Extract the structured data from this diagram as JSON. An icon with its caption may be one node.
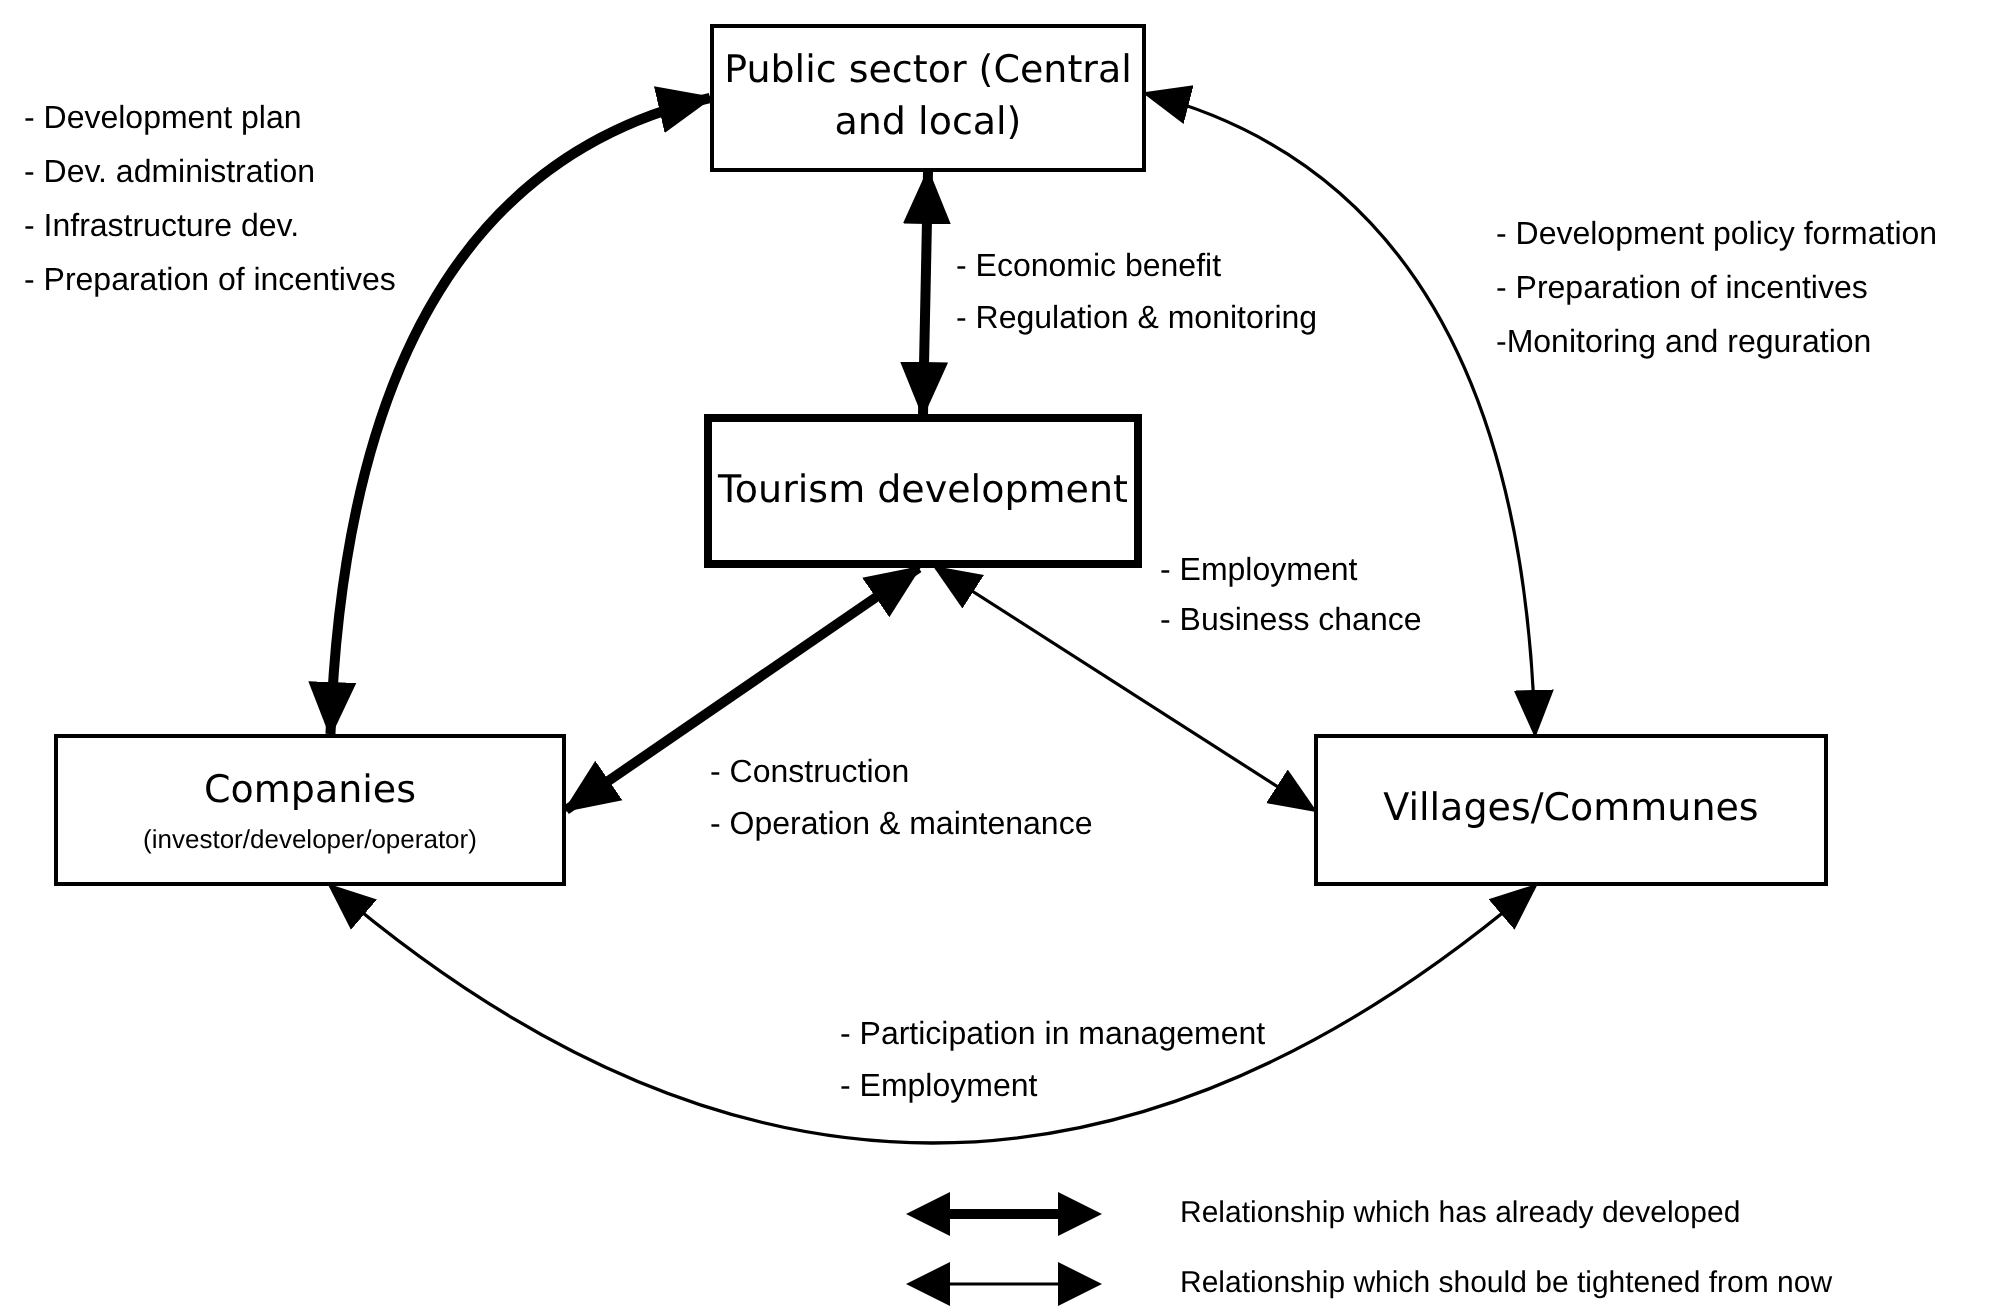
{
  "diagram": {
    "nodes": [
      {
        "text": [
          "Public sector (Central and local)"
        ]
      },
      {
        "text": [
          "Tourism development"
        ]
      },
      {
        "text": [
          "Companies",
          "(investor/developer/operator)"
        ]
      },
      {
        "text": [
          "Villages/Communes"
        ]
      }
    ],
    "edges": [
      {
        "from": 0,
        "to": 1,
        "arrow": "both",
        "style": "thick"
      },
      {
        "from": 2,
        "to": 0,
        "arrow": "both",
        "style": "thick"
      },
      {
        "from": 0,
        "to": 3,
        "arrow": "both"
      },
      {
        "from": 1,
        "to": 2,
        "arrow": "both",
        "style": "thick"
      },
      {
        "from": 1,
        "to": 3,
        "arrow": "both"
      },
      {
        "from": 2,
        "to": 3,
        "arrow": "both"
      }
    ],
    "labels": [
      "- Development plan",
      "- Dev. administration",
      "- Infrastructure dev.",
      "- Preparation of incentives",
      "- Economic benefit",
      "- Regulation & monitoring",
      "- Development policy formation",
      "- Preparation of incentives",
      "-Monitoring and reguration",
      "- Employment",
      "- Business chance",
      "- Construction",
      "- Operation & maintenance",
      "- Participation in management",
      "- Employment"
    ],
    "legend": [
      {
        "text": "Relationship which has already developed"
      },
      {
        "text": "Relationship which should be tightened from now"
      }
    ]
  }
}
